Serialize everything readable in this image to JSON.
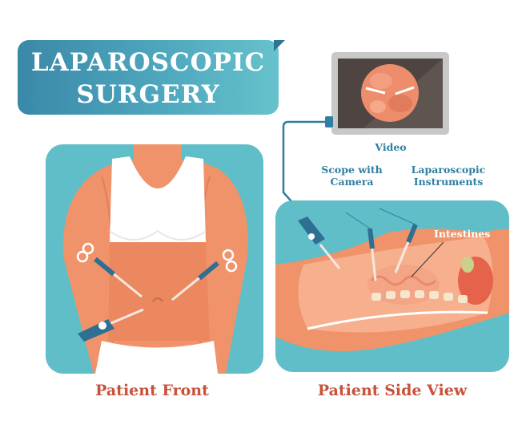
{
  "title": {
    "line1": "LAPAROSCOPIC",
    "line2": "SURGERY"
  },
  "monitor": {
    "label": "Video"
  },
  "side_view": {
    "labels": {
      "scope": "Scope with Camera",
      "scope_line1": "Scope with",
      "scope_line2": "Camera",
      "instruments_line1": "Laparoscopic",
      "instruments_line2": "Instruments",
      "intestines": "Intestines"
    },
    "caption": "Patient Side View"
  },
  "front_view": {
    "caption": "Patient Front"
  },
  "colors": {
    "teal_panel": "#5fbec7",
    "banner_dark": "#3a88a8",
    "banner_light": "#66c2cc",
    "skin": "#f0936a",
    "caption_red": "#c8513a",
    "label_blue": "#2f7fa2",
    "instrument_blue": "#2f6f92"
  }
}
